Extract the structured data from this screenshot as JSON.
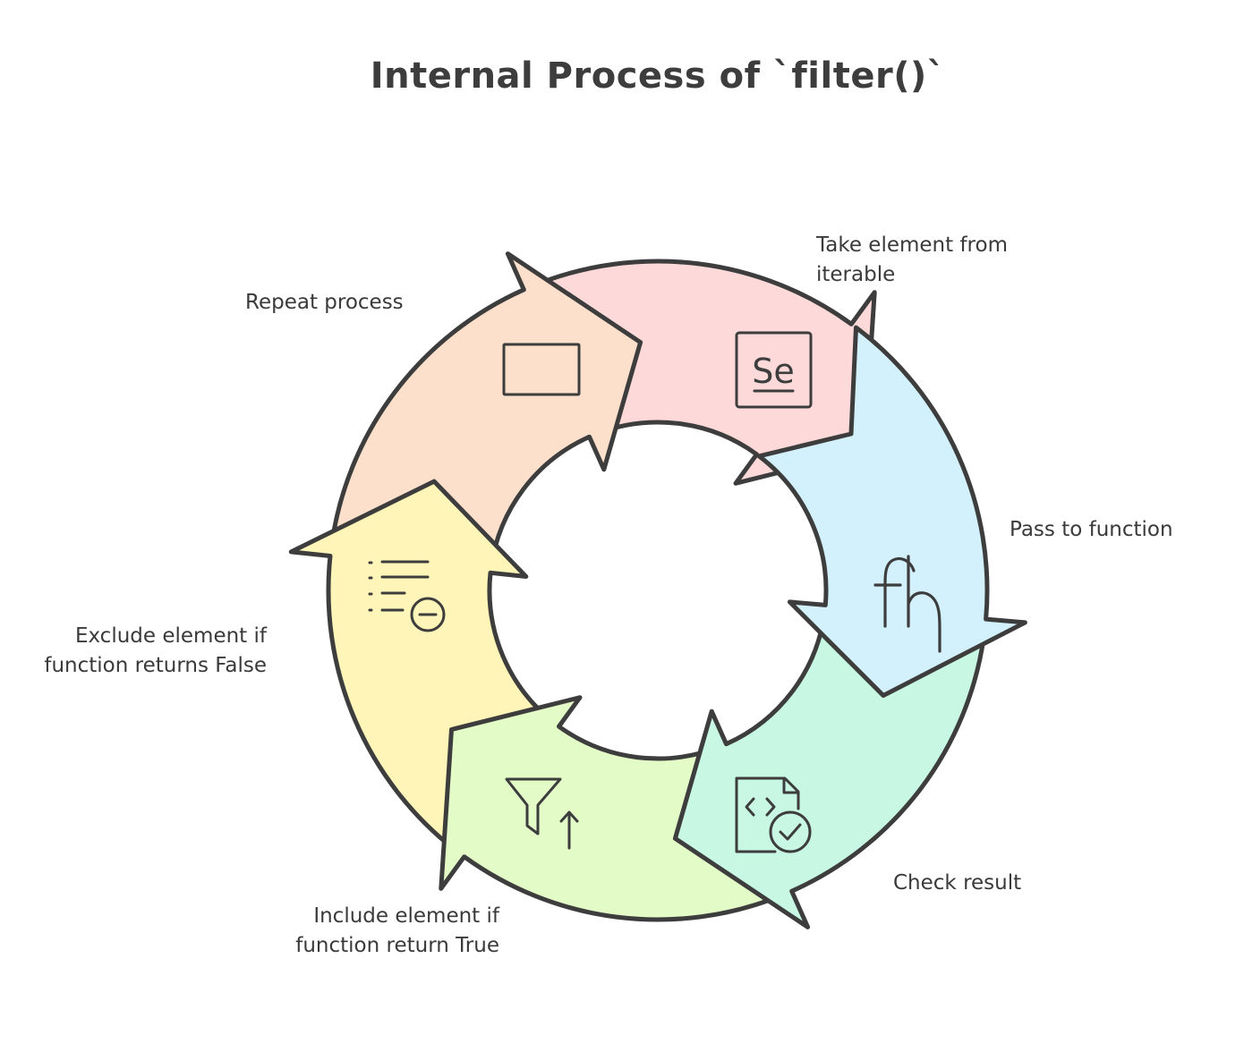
{
  "title": "Internal Process of `filter()`",
  "steps": [
    {
      "label": "Take element from iterable",
      "icon": "se-box-icon",
      "color": "#d3f1fc"
    },
    {
      "label": "Pass to function",
      "icon": "function-icon",
      "color": "#c8f7e3"
    },
    {
      "label": "Check result",
      "icon": "code-file-check-icon",
      "color": "#e2fbc7"
    },
    {
      "label": "Include element if function return True",
      "icon": "filter-up-icon",
      "color": "#fff5b8"
    },
    {
      "label": "Exclude element if function returns False",
      "icon": "list-minus-icon",
      "color": "#fde0cb"
    },
    {
      "label": "Repeat process",
      "icon": "window-icon",
      "color": "#fdd9d9"
    }
  ],
  "icon_text": {
    "se": "Se"
  },
  "colors": {
    "stroke": "#3d3d3d",
    "text": "#3a3a3a"
  }
}
